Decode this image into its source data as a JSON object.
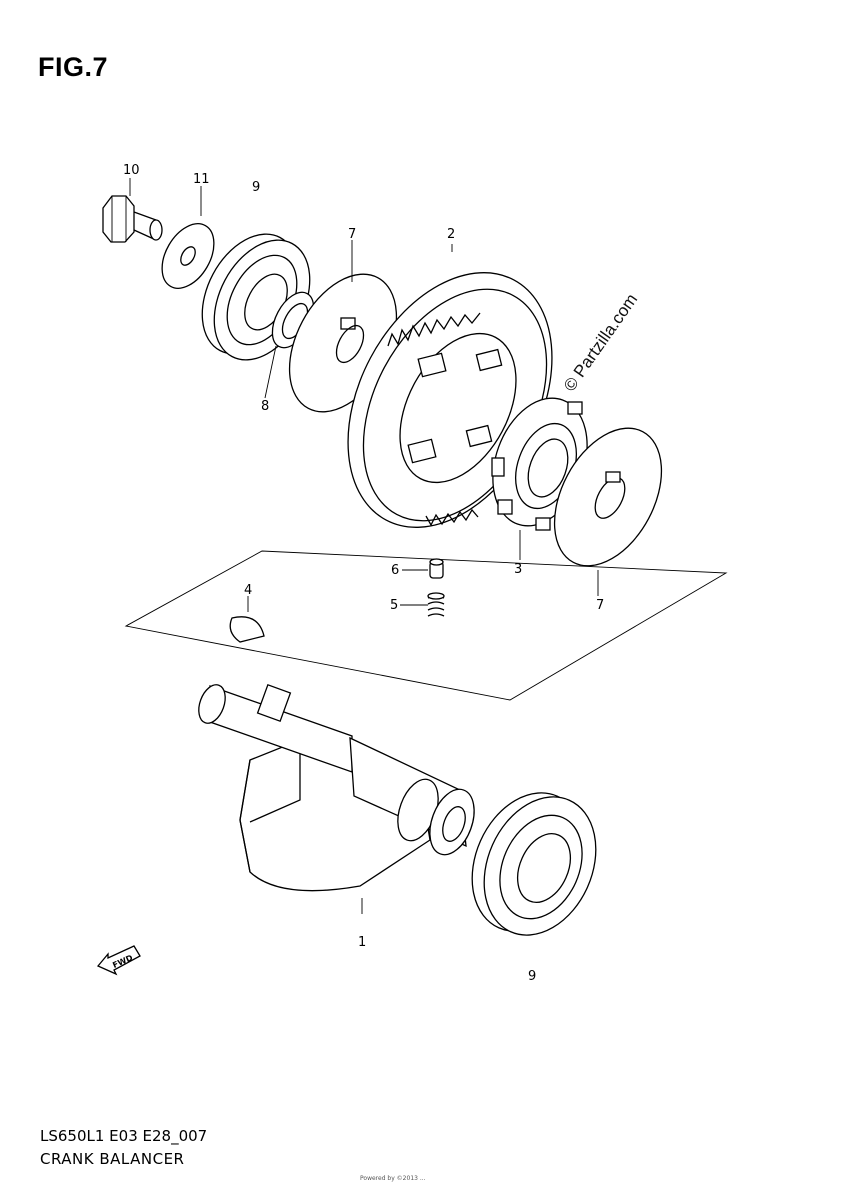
{
  "figure_title": "FIG.7",
  "footer": {
    "code": "LS650L1 E03 E28_007",
    "name": "CRANK BALANCER",
    "fine_print": "Powered by ©2013 ..."
  },
  "watermark": "© Partzilla.com",
  "fwd_badge": "FWD",
  "callouts": {
    "c1": "1",
    "c2": "2",
    "c3": "3",
    "c4": "4",
    "c5": "5",
    "c6": "6",
    "c7a": "7",
    "c7b": "7",
    "c8": "8",
    "c9a": "9",
    "c9b": "9",
    "c10": "10",
    "c11": "11"
  }
}
